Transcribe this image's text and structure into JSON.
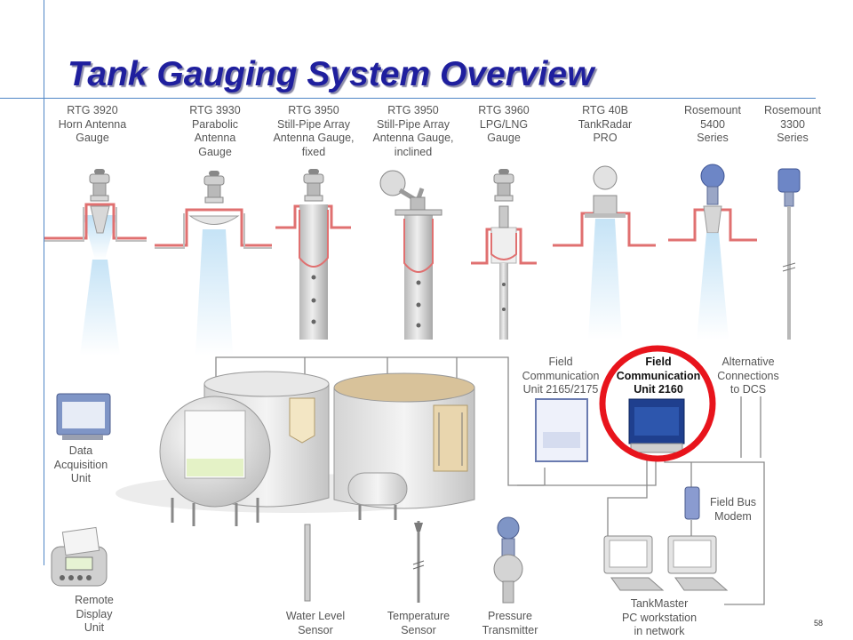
{
  "title": "Tank Gauging System Overview",
  "page_number": "58",
  "gauges": [
    {
      "label": "RTG 3920\nHorn Antenna\nGauge"
    },
    {
      "label": "RTG 3930\nParabolic\nAntenna\nGauge"
    },
    {
      "label": "RTG 3950\nStill-Pipe Array\nAntenna Gauge,\nfixed"
    },
    {
      "label": "RTG 3950\nStill-Pipe Array\nAntenna Gauge,\ninclined"
    },
    {
      "label": "RTG 3960\nLPG/LNG\nGauge"
    },
    {
      "label": "RTG 40B\nTankRadar\nPRO"
    },
    {
      "label": "Rosemount\n5400\nSeries"
    },
    {
      "label": "Rosemount\n3300\nSeries"
    }
  ],
  "components": {
    "fcu_2165": "Field\nCommunication\nUnit 2165/2175",
    "fcu_2160": "Field\nCommunication\nUnit 2160",
    "alt_dcs": "Alternative\nConnections\nto DCS",
    "data_acq": "Data\nAcquisition\nUnit",
    "remote_display": "Remote\nDisplay\nUnit",
    "water_level": "Water Level\nSensor",
    "temperature": "Temperature\nSensor",
    "pressure": "Pressure\nTransmitter",
    "field_bus": "Field Bus\nModem",
    "tankmaster": "TankMaster\nPC workstation\nin network"
  },
  "colors": {
    "title": "#1f1f9e",
    "accent_line": "#4f86c6",
    "highlight_circle": "#e8141c",
    "tank_nozzle": "#e07070",
    "beam": "#cfe8f7"
  }
}
